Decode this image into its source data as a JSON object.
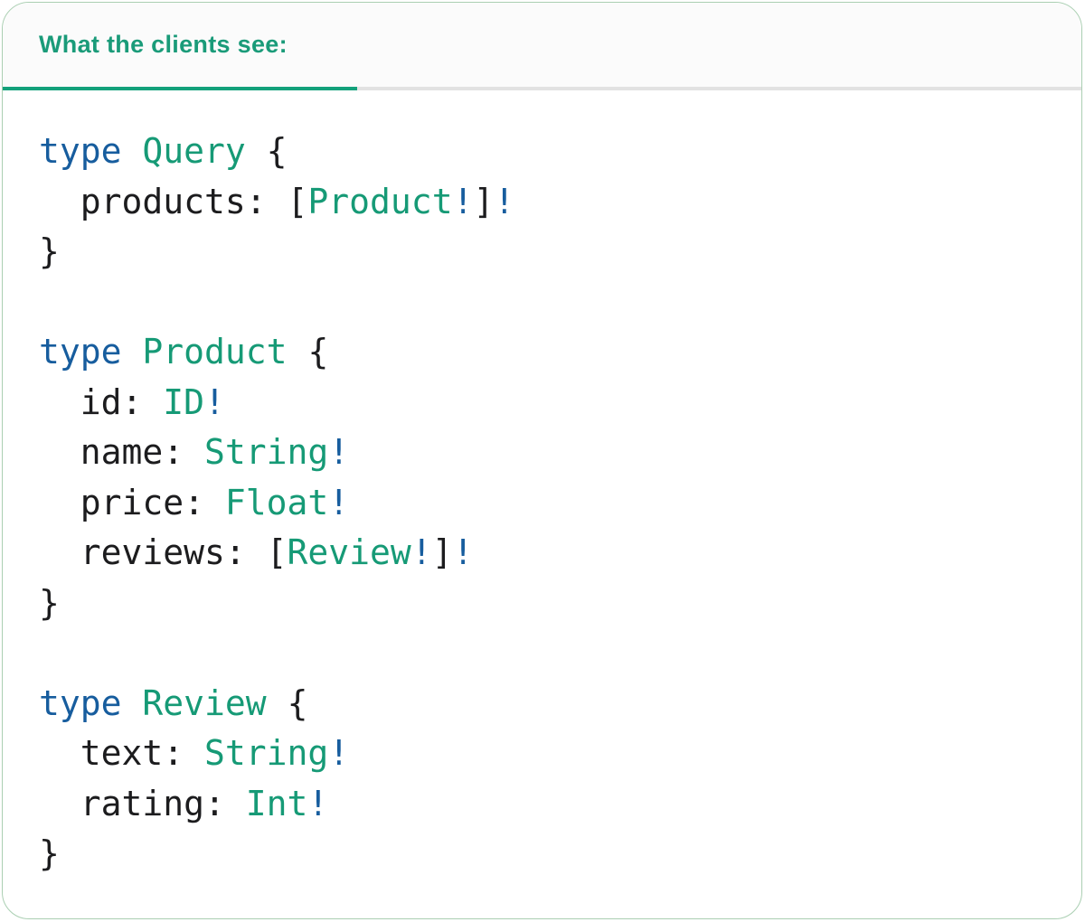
{
  "header": {
    "tab": {
      "label": "What the clients see:"
    }
  },
  "colors": {
    "header_bg": "#FBFBFB",
    "header_text": "#1A9B79",
    "accent_green": "#13A17B",
    "divider": "#E2E2E2",
    "card_border": "#AACFB2",
    "code_text": "#1C1C1E",
    "code_blue": "#175D9E",
    "type_green": "#169A76"
  },
  "code": {
    "language": "graphql",
    "lines": [
      [
        [
          "kw",
          "type"
        ],
        [
          "pl",
          " "
        ],
        [
          "ty",
          "Query"
        ],
        [
          "pl",
          " {"
        ]
      ],
      [
        [
          "pl",
          "  products: ["
        ],
        [
          "ty",
          "Product"
        ],
        [
          "bang",
          "!"
        ],
        [
          "pl",
          "]"
        ],
        [
          "bang",
          "!"
        ]
      ],
      [
        [
          "pl",
          "}"
        ]
      ],
      [],
      [
        [
          "kw",
          "type"
        ],
        [
          "pl",
          " "
        ],
        [
          "ty",
          "Product"
        ],
        [
          "pl",
          " {"
        ]
      ],
      [
        [
          "pl",
          "  id: "
        ],
        [
          "ty",
          "ID"
        ],
        [
          "bang",
          "!"
        ]
      ],
      [
        [
          "pl",
          "  name: "
        ],
        [
          "ty",
          "String"
        ],
        [
          "bang",
          "!"
        ]
      ],
      [
        [
          "pl",
          "  price: "
        ],
        [
          "ty",
          "Float"
        ],
        [
          "bang",
          "!"
        ]
      ],
      [
        [
          "pl",
          "  reviews: ["
        ],
        [
          "ty",
          "Review"
        ],
        [
          "bang",
          "!"
        ],
        [
          "pl",
          "]"
        ],
        [
          "bang",
          "!"
        ]
      ],
      [
        [
          "pl",
          "}"
        ]
      ],
      [],
      [
        [
          "kw",
          "type"
        ],
        [
          "pl",
          " "
        ],
        [
          "ty",
          "Review"
        ],
        [
          "pl",
          " {"
        ]
      ],
      [
        [
          "pl",
          "  text: "
        ],
        [
          "ty",
          "String"
        ],
        [
          "bang",
          "!"
        ]
      ],
      [
        [
          "pl",
          "  rating: "
        ],
        [
          "ty",
          "Int"
        ],
        [
          "bang",
          "!"
        ]
      ],
      [
        [
          "pl",
          "}"
        ]
      ]
    ]
  }
}
